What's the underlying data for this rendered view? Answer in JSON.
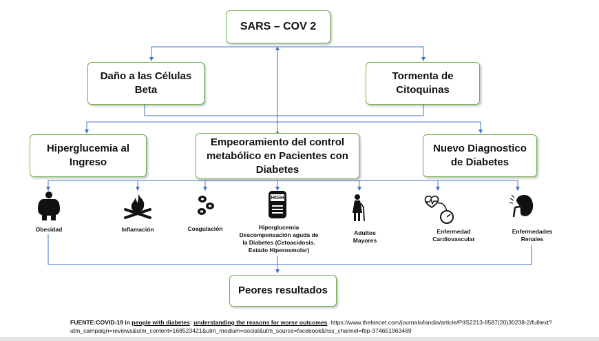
{
  "nodes": {
    "root": "SARS – COV 2",
    "beta": "Daño a las Células Beta",
    "tormenta": "Tormenta de Citoquinas",
    "hiperglucemia": "Hiperglucemia al Ingreso",
    "empeoramiento": "Empeoramiento del control metabólico en Pacientes con Diabetes",
    "nuevo": "Nuevo Diagnostico de Diabetes",
    "peores": "Peores resultados"
  },
  "factors": [
    {
      "icon": "obesity-icon",
      "label": "Obesidad"
    },
    {
      "icon": "fire-icon",
      "label": "Inflamación"
    },
    {
      "icon": "coagulation-icon",
      "label": "Coagulación"
    },
    {
      "icon": "glucometer-high-icon",
      "label": "Hiperglucemia Descompensación aguda de la Diabetes (Cetoacidosis. Estado Hiperosmolar)",
      "screen": "HIGH"
    },
    {
      "icon": "elderly-icon",
      "label": "Adultos Mayores"
    },
    {
      "icon": "heart-monitor-icon",
      "label": "Enfermedad Cardiovascular"
    },
    {
      "icon": "kidney-icon",
      "label": "Enfermedades Renales"
    }
  ],
  "source": {
    "prefix": "FUENTE:COVID-19 in ",
    "link1": "people with diabetes",
    "sep": ": ",
    "link2": "understanding the reasons for worse outcomes",
    "suffix": ".   https://www.thelancet.com/journals/landia/article/PIIS2213-8587(20)30238-2/fulltext?utm_campaign=reviews&utm_content=168523421&utm_medium=social&utm_source=facebook&hss_channel=fbp-374651963469"
  },
  "colors": {
    "box_border": "#70ad47",
    "connector": "#4472c4"
  }
}
